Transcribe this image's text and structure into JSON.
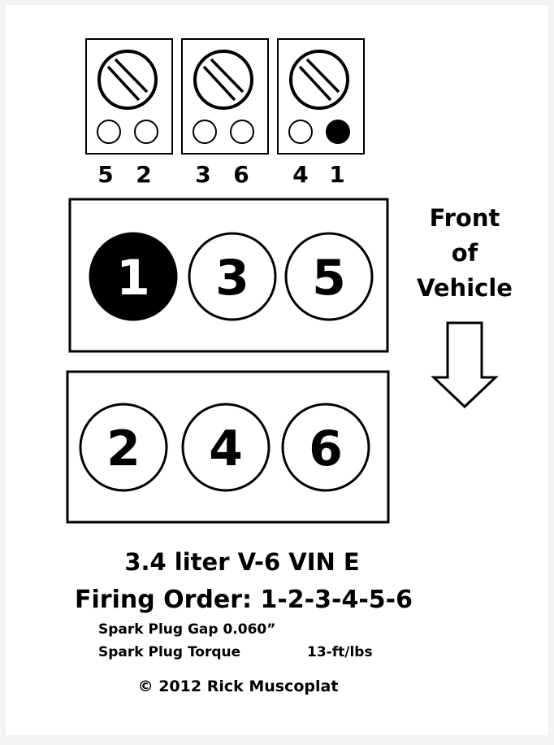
{
  "coil_packs": [
    {
      "pair": [
        "5",
        "2"
      ],
      "active_terminal": null
    },
    {
      "pair": [
        "3",
        "6"
      ],
      "active_terminal": null
    },
    {
      "pair": [
        "4",
        "1"
      ],
      "active_terminal": 1
    }
  ],
  "cylinder_banks": [
    {
      "cylinders": [
        "1",
        "3",
        "5"
      ],
      "highlighted": "1"
    },
    {
      "cylinders": [
        "2",
        "4",
        "6"
      ],
      "highlighted": null
    }
  ],
  "direction": {
    "line1": "Front",
    "line2": "of",
    "line3": "Vehicle"
  },
  "info": {
    "engine": "3.4 liter V-6 VIN E",
    "firing_order": "Firing Order: 1-2-3-4-5-6",
    "plug_gap": "Spark Plug Gap 0.060”",
    "plug_torque_label": "Spark Plug Torque",
    "plug_torque_value": "13-ft/lbs",
    "copyright": "© 2012 Rick Muscoplat"
  },
  "colors": {
    "ink": "#000000",
    "paper": "#ffffff"
  }
}
